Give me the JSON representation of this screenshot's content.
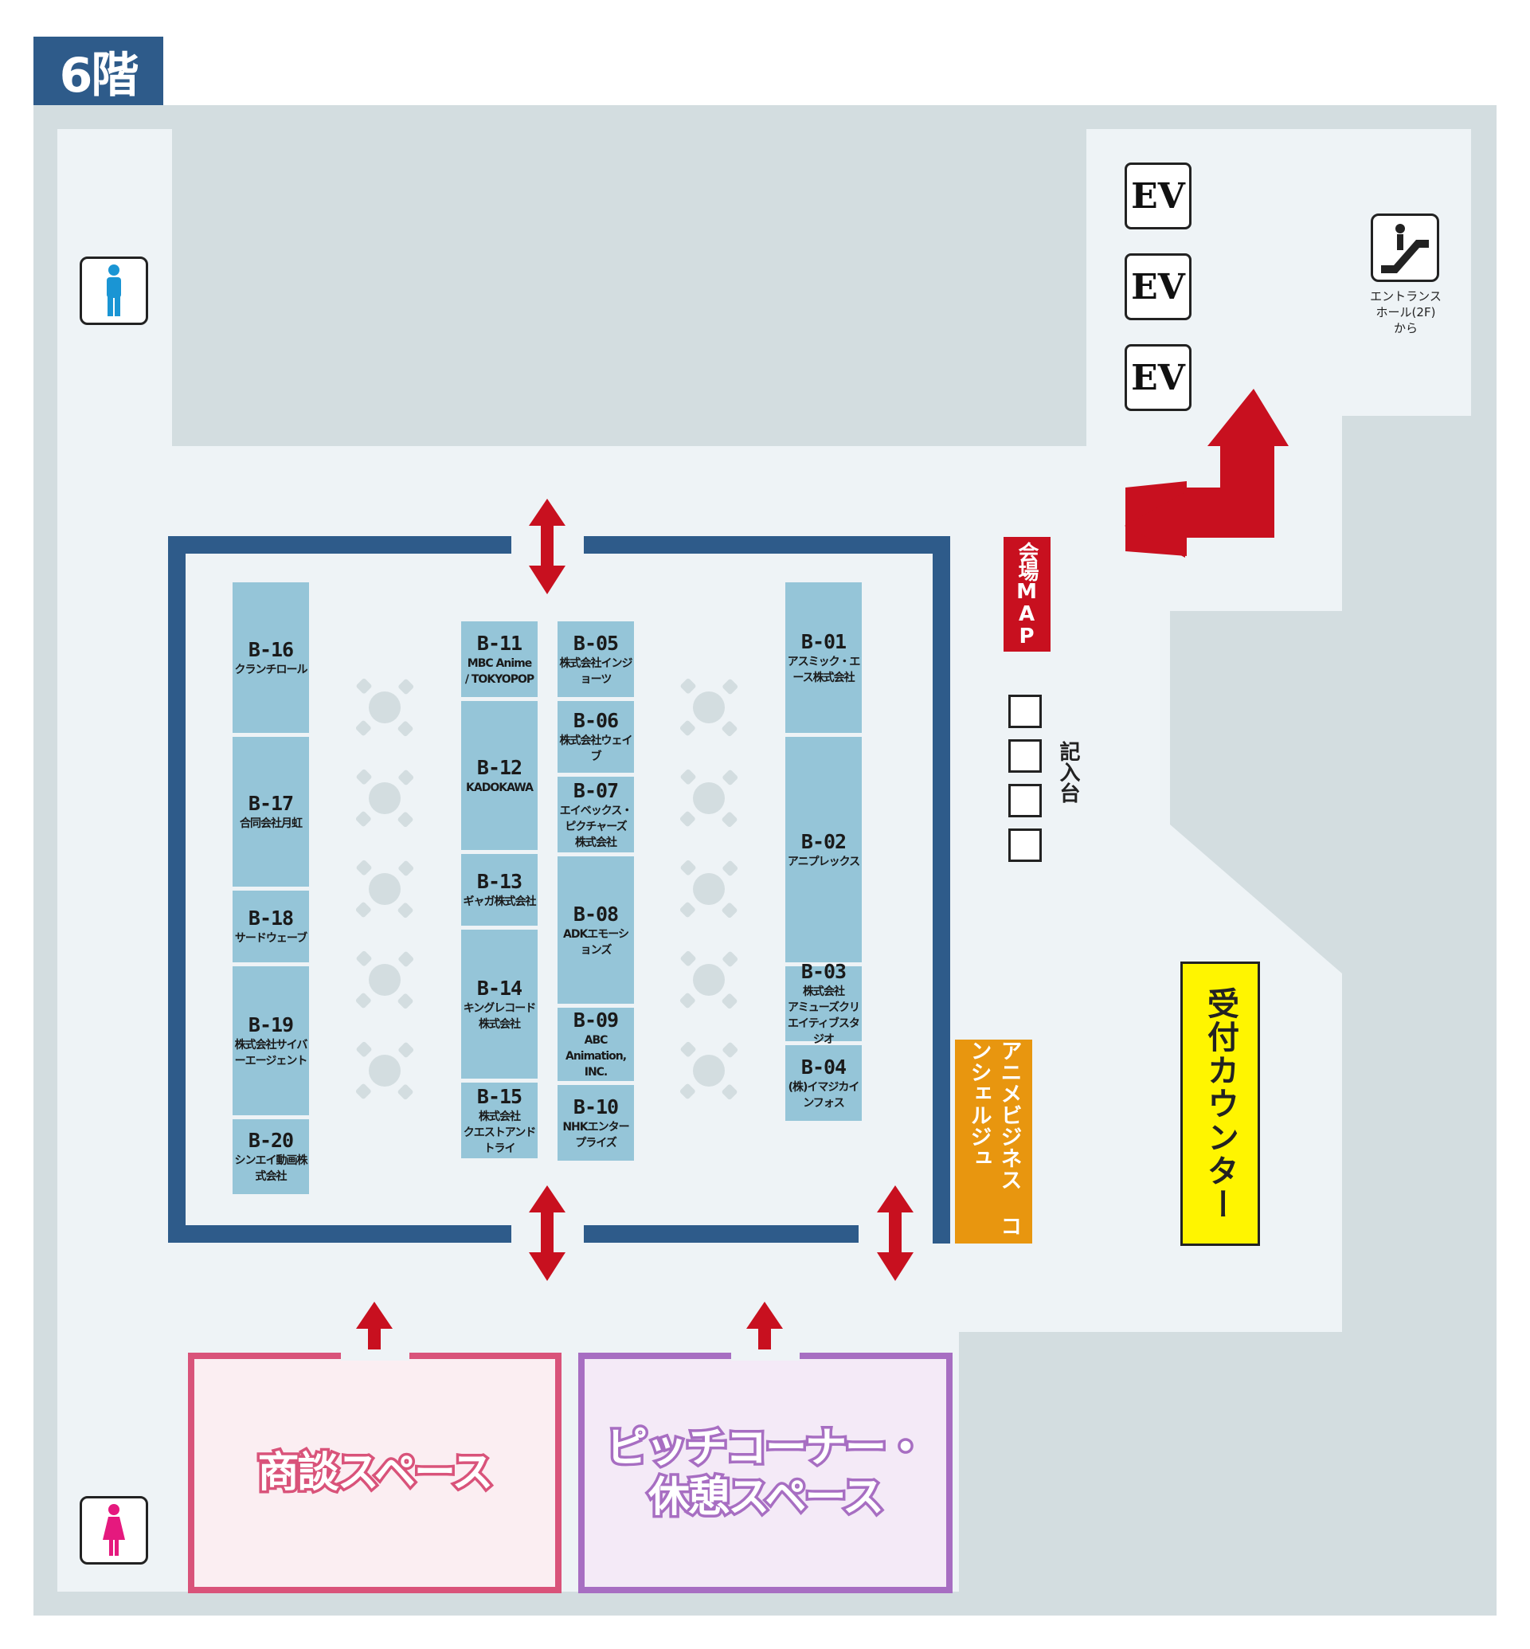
{
  "floor": {
    "label": "6階"
  },
  "elevators": [
    "EV",
    "EV",
    "EV"
  ],
  "escalator": {
    "caption": "エントランス\nホール(2F)\nから"
  },
  "signs": {
    "venue_map": "会場MAP",
    "writing_desk": "記入台",
    "concierge": "アニメビジネス\nコンシェルジュ",
    "reception": "受付カウンター"
  },
  "zones": {
    "meeting": "商談スペース",
    "pitch": "ピッチコーナー・\n休憩スペース"
  },
  "booths": [
    {
      "id": "B-01",
      "name": "アスミック・エース株式会社"
    },
    {
      "id": "B-02",
      "name": "アニプレックス"
    },
    {
      "id": "B-03",
      "name": "株式会社\nアミューズクリエイティブスタジオ"
    },
    {
      "id": "B-04",
      "name": "(株)イマジカインフォス"
    },
    {
      "id": "B-05",
      "name": "株式会社インジョーツ"
    },
    {
      "id": "B-06",
      "name": "株式会社ウェイブ"
    },
    {
      "id": "B-07",
      "name": "エイベックス・ピクチャーズ\n株式会社"
    },
    {
      "id": "B-08",
      "name": "ADKエモーションズ"
    },
    {
      "id": "B-09",
      "name": "ABC Animation,\nINC."
    },
    {
      "id": "B-10",
      "name": "NHKエンタープライズ"
    },
    {
      "id": "B-11",
      "name": "MBC Anime\n/ TOKYOPOP"
    },
    {
      "id": "B-12",
      "name": "KADOKAWA"
    },
    {
      "id": "B-13",
      "name": "ギャガ株式会社"
    },
    {
      "id": "B-14",
      "name": "キングレコード株式会社"
    },
    {
      "id": "B-15",
      "name": "株式会社\nクエストアンドトライ"
    },
    {
      "id": "B-16",
      "name": "クランチロール"
    },
    {
      "id": "B-17",
      "name": "合同会社月虹"
    },
    {
      "id": "B-18",
      "name": "サードウェーブ"
    },
    {
      "id": "B-19",
      "name": "株式会社サイバーエージェント"
    },
    {
      "id": "B-20",
      "name": "シンエイ動画株式会社"
    }
  ],
  "colors": {
    "floor_label": "#2e5b8a",
    "hall_wall": "#2e5b8a",
    "booth": "#95c5d8",
    "arrow": "#c8101f",
    "concierge": "#e8960f",
    "reception": "#fff500",
    "meeting": "#d9537a",
    "pitch": "#a76ec2",
    "male": "#1a95d4",
    "female": "#e5197e"
  },
  "icons": [
    "male-restroom-icon",
    "female-restroom-icon",
    "escalator-icon",
    "table-chairs-icon",
    "direction-arrow-icon"
  ]
}
